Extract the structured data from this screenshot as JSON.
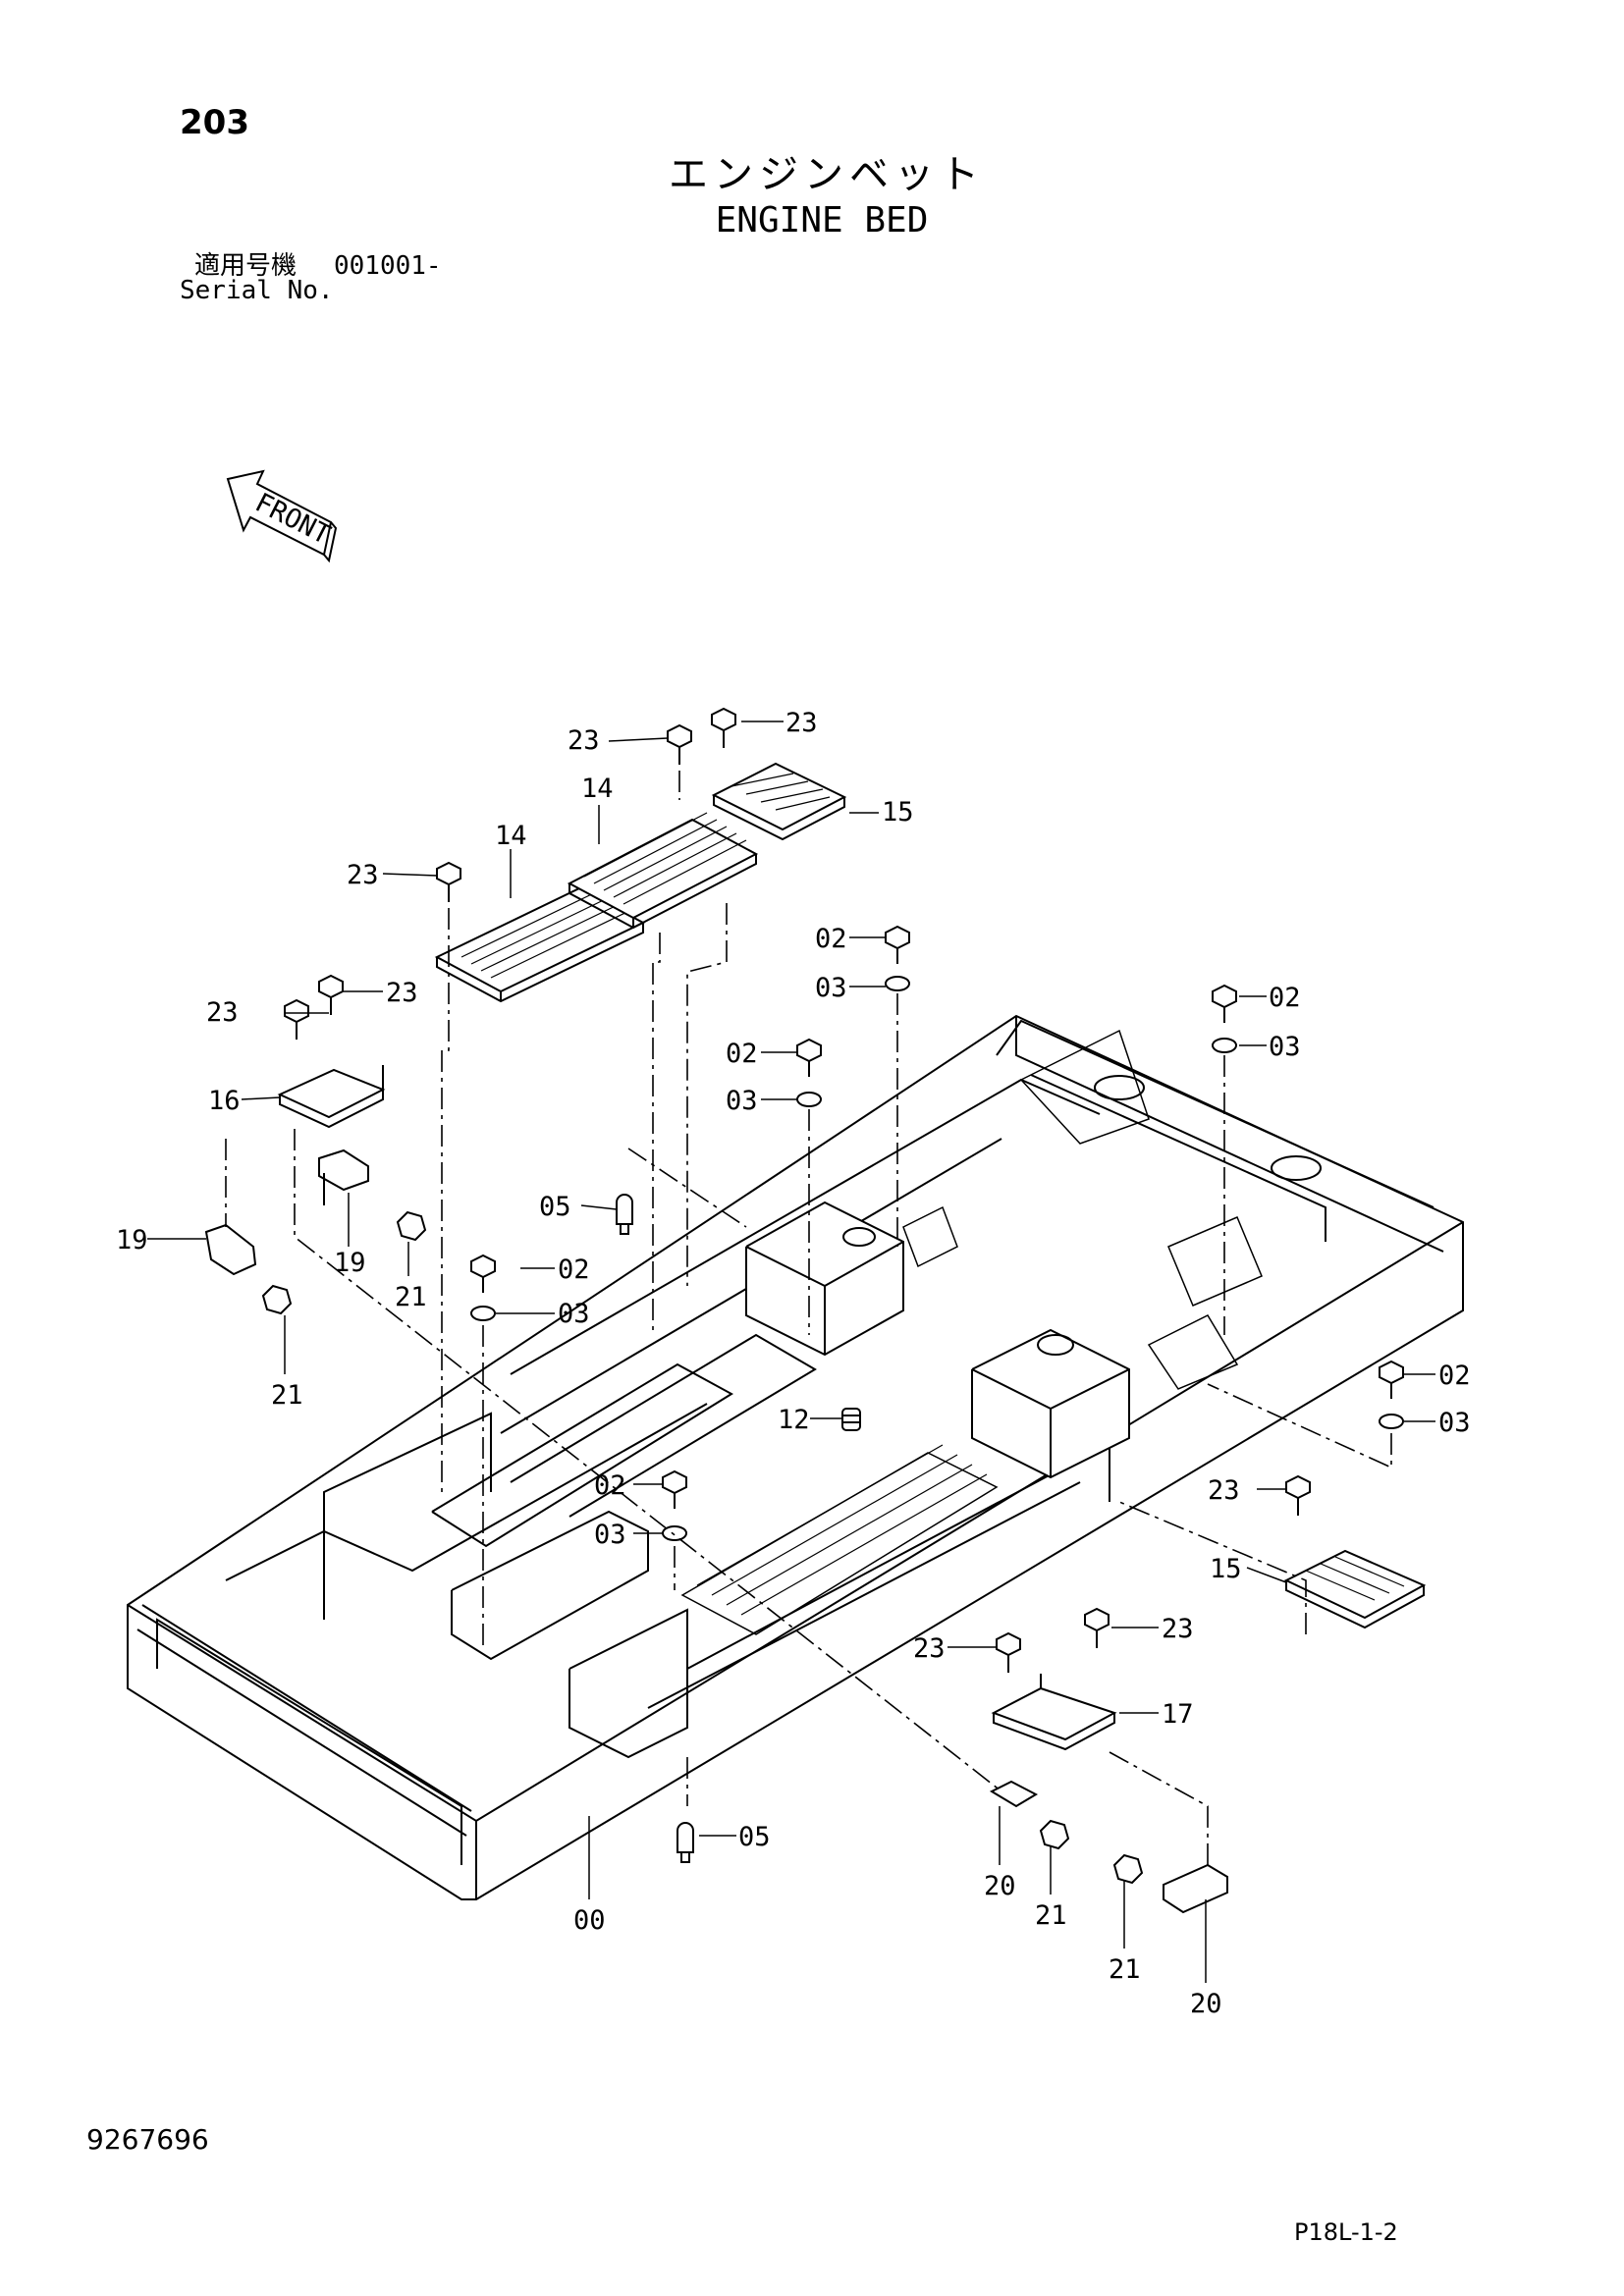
{
  "header": {
    "page_number": "203",
    "title_jp": "エンジンベット",
    "title_en": "ENGINE BED",
    "serial_label_jp": "適用号機",
    "serial_range": "001001-",
    "serial_label_en": "Serial No."
  },
  "front_arrow_label": "FRONT",
  "callouts": [
    {
      "id": "c23a",
      "label": "23"
    },
    {
      "id": "c23b",
      "label": "23"
    },
    {
      "id": "c14a",
      "label": "14"
    },
    {
      "id": "c14b",
      "label": "14"
    },
    {
      "id": "c15a",
      "label": "15"
    },
    {
      "id": "c23c",
      "label": "23"
    },
    {
      "id": "c23d",
      "label": "23"
    },
    {
      "id": "c23e",
      "label": "23"
    },
    {
      "id": "c16",
      "label": "16"
    },
    {
      "id": "c19a",
      "label": "19"
    },
    {
      "id": "c19b",
      "label": "19"
    },
    {
      "id": "c21a",
      "label": "21"
    },
    {
      "id": "c21b",
      "label": "21"
    },
    {
      "id": "c02a",
      "label": "02"
    },
    {
      "id": "c03a",
      "label": "03"
    },
    {
      "id": "c02b",
      "label": "02"
    },
    {
      "id": "c03b",
      "label": "03"
    },
    {
      "id": "c05a",
      "label": "05"
    },
    {
      "id": "c02c",
      "label": "02"
    },
    {
      "id": "c03c",
      "label": "03"
    },
    {
      "id": "c12",
      "label": "12"
    },
    {
      "id": "c02d",
      "label": "02"
    },
    {
      "id": "c03d",
      "label": "03"
    },
    {
      "id": "c02e",
      "label": "02"
    },
    {
      "id": "c03e",
      "label": "03"
    },
    {
      "id": "c02f",
      "label": "02"
    },
    {
      "id": "c03f",
      "label": "03"
    },
    {
      "id": "c23f",
      "label": "23"
    },
    {
      "id": "c15b",
      "label": "15"
    },
    {
      "id": "c23g",
      "label": "23"
    },
    {
      "id": "c23h",
      "label": "23"
    },
    {
      "id": "c17",
      "label": "17"
    },
    {
      "id": "c05b",
      "label": "05"
    },
    {
      "id": "c00",
      "label": "00"
    },
    {
      "id": "c20a",
      "label": "20"
    },
    {
      "id": "c21c",
      "label": "21"
    },
    {
      "id": "c21d",
      "label": "21"
    },
    {
      "id": "c20b",
      "label": "20"
    }
  ],
  "footer": {
    "doc_number": "9267696",
    "page_code": "P18L-1-2"
  }
}
